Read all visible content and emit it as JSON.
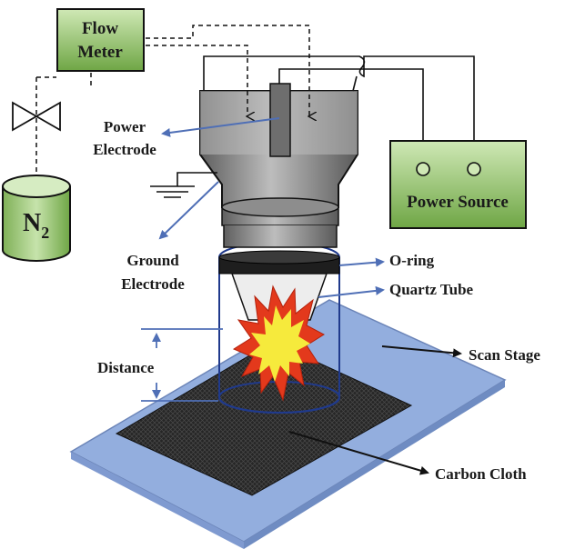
{
  "labels": {
    "flow_meter_line1": "Flow",
    "flow_meter_line2": "Meter",
    "n2_base": "N",
    "n2_sub": "2",
    "power_source": "Power Source",
    "power_electrode_line1": "Power",
    "power_electrode_line2": "Electrode",
    "ground_electrode_line1": "Ground",
    "ground_electrode_line2": "Electrode",
    "o_ring": "O-ring",
    "quartz_tube": "Quartz Tube",
    "scan_stage": "Scan Stage",
    "distance": "Distance",
    "carbon_cloth": "Carbon Cloth"
  },
  "colors": {
    "green_box": "#86b85c",
    "green_box_light": "#cfe8b5",
    "reactor_gray": "#9a9a9a",
    "electrode_gray": "#6e6e6e",
    "stage_blue": "#93aede",
    "cloth_dark": "#2c2c2c",
    "arrow_blue": "#4f6fb6",
    "flame_red": "#e3391c",
    "flame_yellow": "#f6ea3c"
  }
}
